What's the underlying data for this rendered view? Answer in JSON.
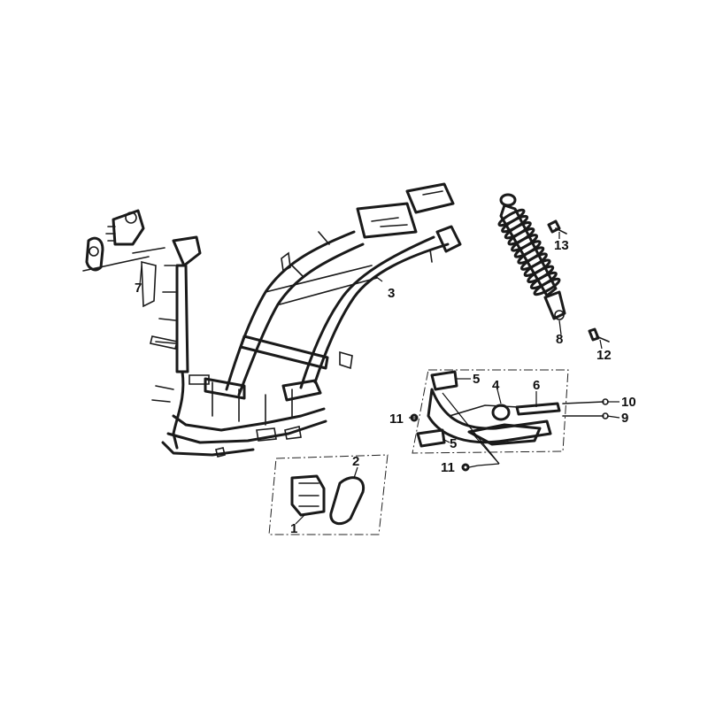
{
  "callouts": {
    "c1": "1",
    "c2": "2",
    "c3": "3",
    "c4": "4",
    "c5a": "5",
    "c5b": "5",
    "c6": "6",
    "c7": "7",
    "c8": "8",
    "c9": "9",
    "c10": "10",
    "c11a": "11",
    "c11b": "11",
    "c12": "12",
    "c13": "13"
  },
  "colors": {
    "line": "#1a1a1a",
    "background": "#ffffff"
  }
}
